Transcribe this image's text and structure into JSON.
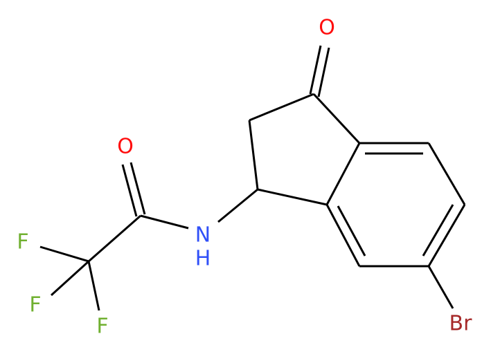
{
  "molecule": {
    "colors": {
      "bond": "#000000",
      "oxygen": "#ff0d0d",
      "nitrogen": "#3050f8",
      "fluorine": "#70b030",
      "bromine": "#a62929",
      "background": "#ffffff"
    },
    "atoms": {
      "ketone_oxygen": "O",
      "amide_oxygen": "O",
      "amide_nitrogen": "N",
      "amide_hydrogen": "H",
      "fluorine_1": "F",
      "fluorine_2": "F",
      "fluorine_3": "F",
      "bromine": "Br"
    }
  }
}
